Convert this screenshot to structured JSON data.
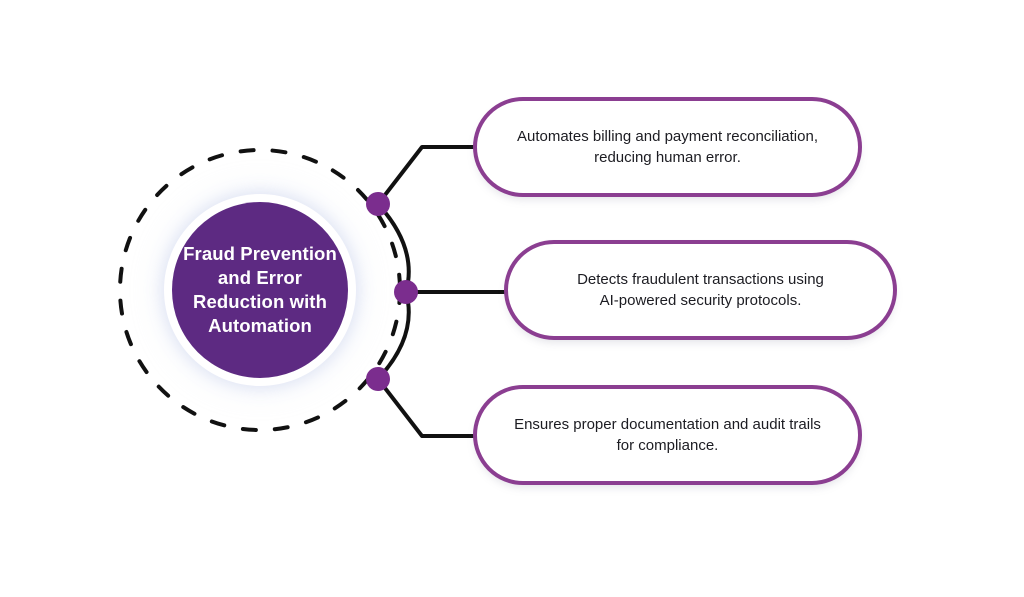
{
  "diagram": {
    "title": "Fraud Prevention and Error Reduction with Automation",
    "center": {
      "label": "Fraud Prevention\nand Error\nReduction with\nAutomation"
    },
    "branches": [
      {
        "id": "branch-1",
        "text": "Automates billing and payment reconciliation,\nreducing human error."
      },
      {
        "id": "branch-2",
        "text": "Detects fraudulent transactions using\nAI-powered security protocols."
      },
      {
        "id": "branch-3",
        "text": "Ensures proper documentation and audit trails\nfor compliance."
      }
    ],
    "colors": {
      "center_fill": "#5d2a82",
      "pill_border": "#8b3e91",
      "connector_dot": "#7b2d8e",
      "connector_line": "#111111",
      "dashed_ring": "#111111",
      "background": "#ffffff",
      "center_text": "#ffffff",
      "pill_text": "#1c1c22"
    }
  }
}
